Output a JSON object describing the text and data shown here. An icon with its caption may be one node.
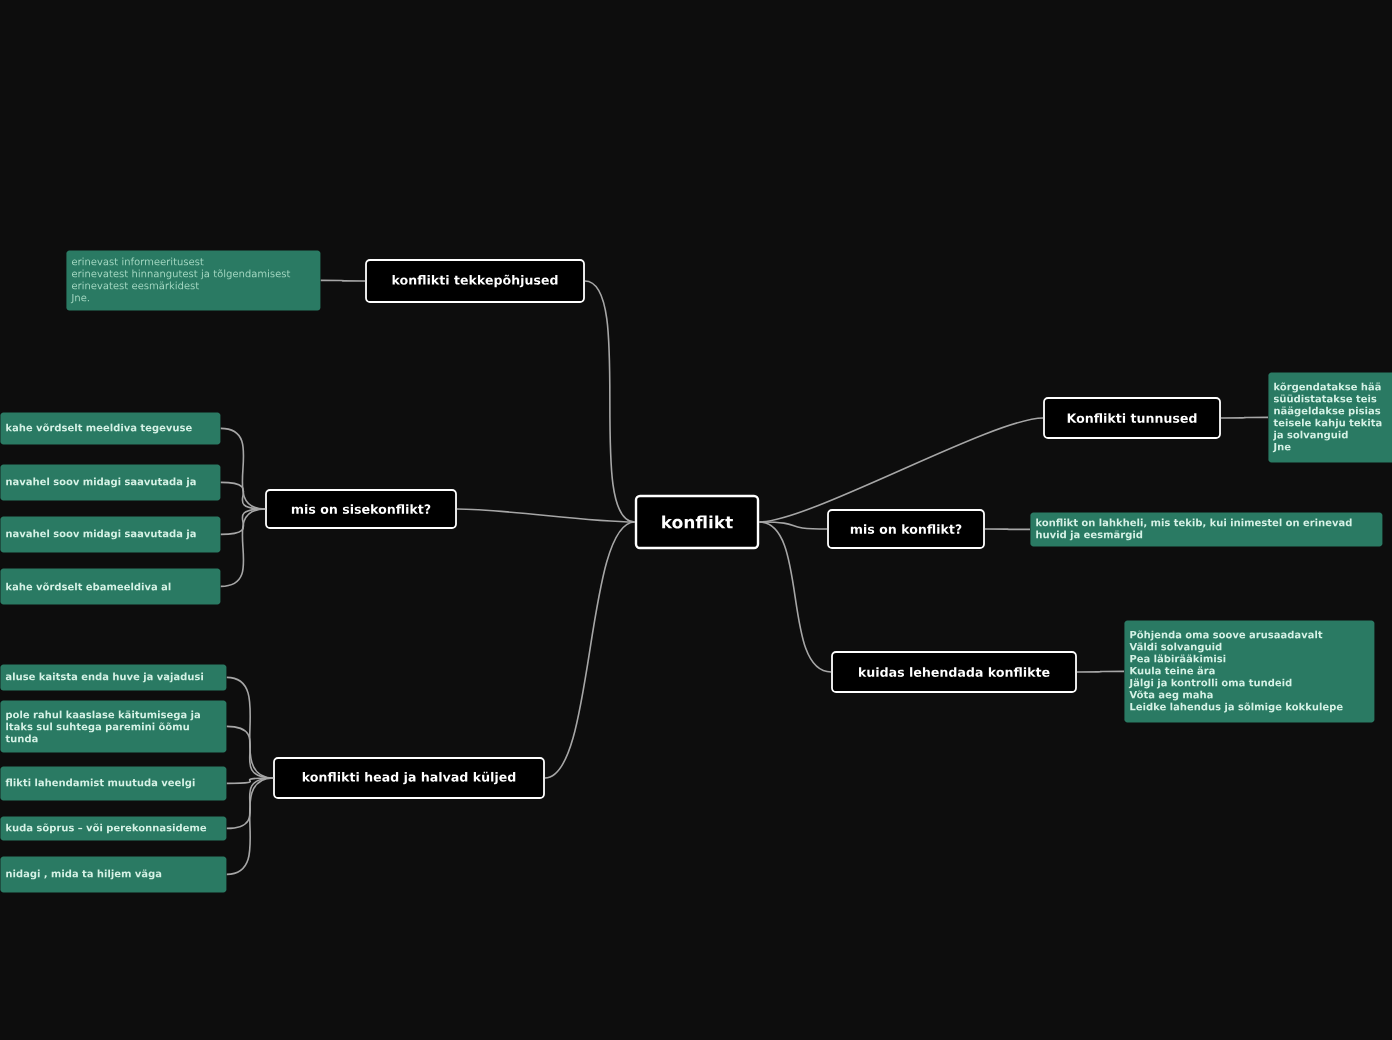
{
  "diagram": {
    "nodes": [
      {
        "text": [
          "konflikt"
        ]
      },
      {
        "text": [
          "konflikti tekkepõhjused"
        ]
      },
      {
        "text": [
          "erinevast informeeritusest",
          "erinevatest hinnangutest ja tõlgendamisest",
          "erinevatest eesmärkidest",
          "Jne."
        ]
      },
      {
        "text": [
          "mis on sisekonflikt?"
        ]
      },
      {
        "text": [
          "kahe võrdselt meeldiva tegevuse"
        ]
      },
      {
        "text": [
          "navahel soov midagi saavutada ja"
        ]
      },
      {
        "text": [
          "navahel soov midagi saavutada ja"
        ]
      },
      {
        "text": [
          "kahe võrdselt ebameeldiva al"
        ]
      },
      {
        "text": [
          "konflikti head ja halvad küljed"
        ]
      },
      {
        "text": [
          "aluse kaitsta enda huve ja vajadusi"
        ]
      },
      {
        "text": [
          "pole rahul kaaslase käitumisega ja ltaks sul suhtega paremini õõmu tunda"
        ]
      },
      {
        "text": [
          "flikti lahendamist muutuda veelgi"
        ]
      },
      {
        "text": [
          "kuda sõprus – või perekonnasideme"
        ]
      },
      {
        "text": [
          "nidagi , mida ta hiljem väga"
        ]
      },
      {
        "text": [
          "Konflikti tunnused"
        ]
      },
      {
        "text": [
          "kõrgendatakse hää",
          "süüdistatakse teis",
          "näägeldakse pisias",
          "teisele kahju tekita",
          "ja solvanguid",
          "Jne"
        ]
      },
      {
        "text": [
          "mis on konflikt?"
        ]
      },
      {
        "text": [
          "konflikt on lahkheli, mis tekib, kui inimestel on erinevad huvid ja eesmärgid"
        ]
      },
      {
        "text": [
          "kuidas lehendada konflikte"
        ]
      },
      {
        "text": [
          "Põhjenda oma soove arusaadavalt",
          "Väldi solvanguid",
          "Pea läbirääkimisi",
          "Kuula teine ära",
          "Jälgi ja kontrolli oma tundeid",
          "Võta aeg maha",
          "Leidke lahendus ja sõlmige kokkulepe"
        ]
      }
    ],
    "edges": [
      {
        "from": 0,
        "to": 1,
        "arrow": "none"
      },
      {
        "from": 1,
        "to": 2,
        "arrow": "none"
      },
      {
        "from": 0,
        "to": 3,
        "arrow": "none"
      },
      {
        "from": 3,
        "to": 4,
        "arrow": "none"
      },
      {
        "from": 3,
        "to": 5,
        "arrow": "none"
      },
      {
        "from": 3,
        "to": 6,
        "arrow": "none"
      },
      {
        "from": 3,
        "to": 7,
        "arrow": "none"
      },
      {
        "from": 0,
        "to": 8,
        "arrow": "none"
      },
      {
        "from": 8,
        "to": 9,
        "arrow": "none"
      },
      {
        "from": 8,
        "to": 10,
        "arrow": "none"
      },
      {
        "from": 8,
        "to": 11,
        "arrow": "none"
      },
      {
        "from": 8,
        "to": 12,
        "arrow": "none"
      },
      {
        "from": 8,
        "to": 13,
        "arrow": "none"
      },
      {
        "from": 0,
        "to": 14,
        "arrow": "none"
      },
      {
        "from": 14,
        "to": 15,
        "arrow": "none"
      },
      {
        "from": 0,
        "to": 16,
        "arrow": "none"
      },
      {
        "from": 16,
        "to": 17,
        "arrow": "none"
      },
      {
        "from": 0,
        "to": 18,
        "arrow": "none"
      },
      {
        "from": 18,
        "to": 19,
        "arrow": "none"
      }
    ]
  }
}
